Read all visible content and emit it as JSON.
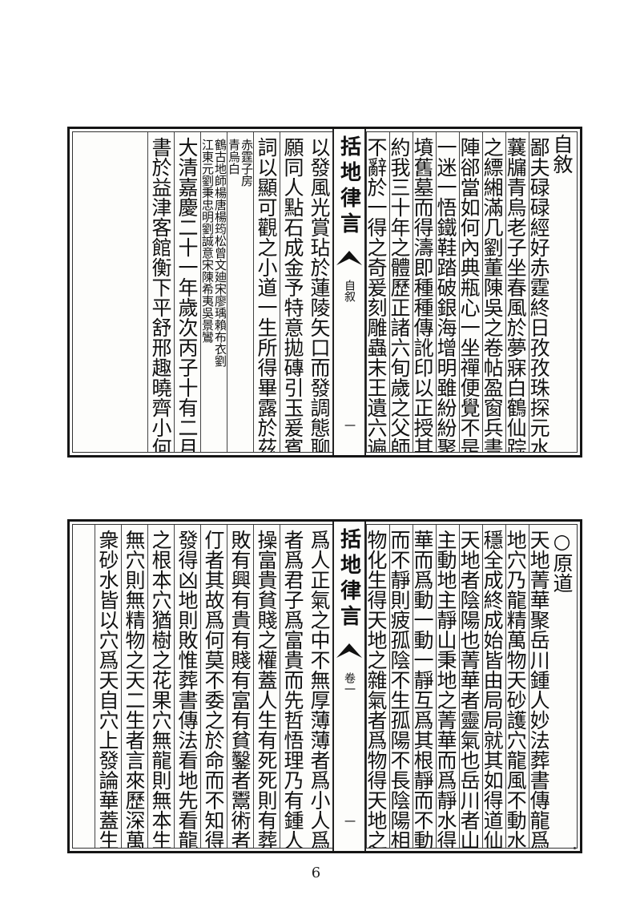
{
  "pagination": {
    "page_number": "6"
  },
  "upper": {
    "running_title": "括地律言",
    "section_label": "自叙",
    "folio": "一",
    "heading": "自敘",
    "columns": [
      "鄙夫碌碌經好赤霆終日孜孜珠探元水見道範於",
      "蘘牖青烏老子坐春風於夢寐白鶴仙踪揚曾廖賴",
      "之縹緗滿几劉董陳吳之卷帖盈窗兵書滿腹及臨",
      "陣郤當如何內典瓶心一坐禪便覺不是且學且看",
      "一迷一悟鐵鞋踏破銀海增明雖紛紛聚訟斷以名",
      "墳舊墓而得濤即種種傳訛印以正授其言而不惑",
      "約我三十年之體歷正諸六旬歲之父師蘄山翁水",
      "不辭於一得之奇爰刻雕蟲末王遺六遍之誚在情",
      "以發風光賞玷於蓮陵矢口而發調態聊規於元白",
      "願同人點石成金予特意拋磚引玉爰賓抗雅之文",
      "詞以顯可觀之小道一生所得畢露於茲"
    ],
    "notes": [
      [
        "赤霆子房",
        "青烏白"
      ],
      [
        "鶴古地師楊唐楊筠松曾文廸宋廖瑀賴布衣劉",
        "江東元劉秉忠明劉誠意宋陳希夷吳景鸞"
      ]
    ],
    "end_columns": [
      "大清嘉慶二十一年歲次丙子十有二月上浣日重",
      "書於益津客館衡下平舒邢趣曉齊小何山人題"
    ]
  },
  "lower": {
    "running_title": "括地律言",
    "section_label": "卷一",
    "folio": "一",
    "heading": "○原道",
    "columns": [
      "天地菁華聚岳川鍾人妙法葬書傳龍爲穴本二生",
      "地穴乃龍精萬物天砂護穴龍風不動水交龍穴局",
      "穩全成終成始皆由局局就其如得道仙",
      "天地者陰陽也菁華者靈氣也岳川者山水也天",
      "主動地主靜山秉地之菁華而爲靜水得天之菁",
      "華而爲動一動一靜互爲其根靜而不動則死動",
      "而不靜則疲孤陰不生孤陽不長陰陽相交而萬",
      "物化生得天地之雜氣者爲物得天地之正氣者",
      "爲人正氣之中不無厚薄薄者爲小人爲貧賤厚",
      "者爲君子爲富貴而先哲悟理乃有鍾人妙法能",
      "操富貴貧賤之權蓋人生有死死則有葬葬則有",
      "敗有興有貴有賤有富有貧鑿者鬻術者伶",
      "仃者其故爲何莫不委之於命而不知得吉地則",
      "發得凶地則敗惟葬書傳法看地先看龍龍猶樹",
      "之根本穴猶樹之花果穴無龍則無本生之地龍",
      "無穴則無精物之天二生者言來歷深萬物者言",
      "衆砂水皆以穴爲天自穴上發論華蓋生發龍"
    ]
  }
}
